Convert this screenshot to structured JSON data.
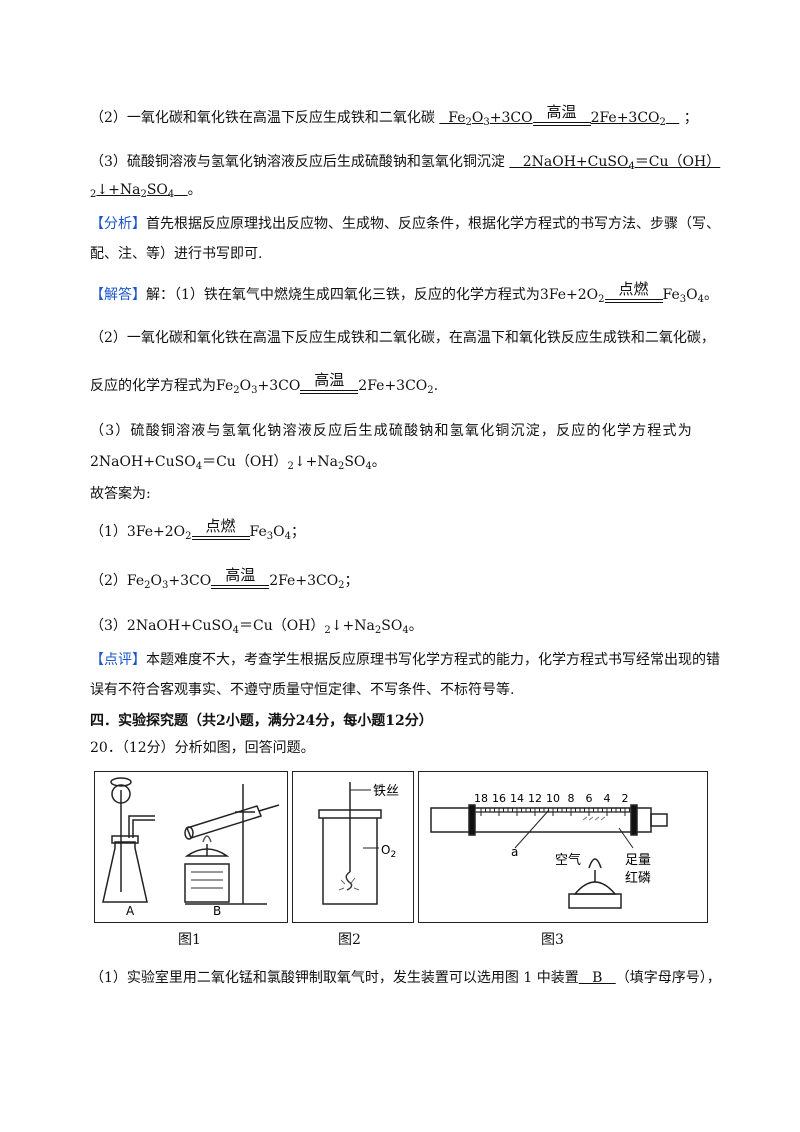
{
  "lines": {
    "l1_prefix": "（2）一氧化碳和氧化铁在高温下反应生成铁和二氧化碳",
    "l1_answer": "__Fe2O3+3CO高温2Fe+3CO2__",
    "l1_end": "；",
    "l2_prefix": "（3）硫酸铜溶液与氢氧化钠溶液反应后生成硫酸钠和氢氧化铜沉淀",
    "l2_answer": "__2NaOH+CuSO4＝Cu（OH）",
    "l3_answer": "2↓+Na2SO4__",
    "l3_end": "。",
    "analysis_tag": "【分析】",
    "analysis_1": "首先根据反应原理找出反应物、生成物、反应条件，根据化学方程式的书写方法、步骤（写、",
    "analysis_2": "配、注、等）进行书写即可.",
    "solution_tag": "【解答】",
    "solution_1": "解：（1）铁在氧气中燃烧生成四氧化三铁，反应的化学方程式为3Fe+2O2点燃Fe3O4。",
    "solution_2": "（2）一氧化碳和氧化铁在高温下反应生成铁和二氧化碳，在高温下和氧化铁反应生成铁和二氧化碳，",
    "solution_3": "反应的化学方程式为Fe2O3+3CO高温2Fe+3CO2.",
    "solution_4": "（3）硫酸铜溶液与氢氧化钠溶液反应后生成硫酸钠和氢氧化铜沉淀，反应的化学方程式为",
    "solution_5": "2NaOH+CuSO4＝Cu（OH）2↓+Na2SO4。",
    "answer_head": "故答案为:",
    "ans_1": "（1）3Fe+2O2点燃Fe3O4；",
    "ans_2": "（2）Fe2O3+3CO高温2Fe+3CO2；",
    "ans_3": "（3）2NaOH+CuSO4＝Cu（OH）2↓+Na2SO4。",
    "comment_tag": "【点评】",
    "comment_1": "本题难度不大，考查学生根据反应原理书写化学方程式的能力，化学方程式书写经常出现的错",
    "comment_2": "误有不符合客观事实、不遵守质量守恒定律、不写条件、不标符号等.",
    "section_title": "四．实验探究题（共2小题，满分24分，每小题12分）",
    "q20": "20．（12分）分析如图，回答问题。",
    "q20_1_prefix": "（1）实验室里用二氧化锰和氯酸钾制取氧气时，发生装置可以选用图 1 中装置",
    "q20_1_answer": "__B__",
    "q20_1_suffix": "（填字母序号），"
  },
  "conditions": {
    "high_temp": "高温",
    "ignite": "点燃"
  },
  "figures": {
    "fig1": {
      "caption": "图1",
      "label_a": "A",
      "label_b": "B"
    },
    "fig2": {
      "caption": "图2",
      "wire_label": "铁丝",
      "gas_label": "O2"
    },
    "fig3": {
      "caption": "图3",
      "scale": [
        "18",
        "16",
        "14",
        "12",
        "10",
        "8",
        "6",
        "4",
        "2"
      ],
      "point_label": "a",
      "air_label": "空气",
      "phosphorus_label_1": "足量",
      "phosphorus_label_2": "红磷"
    }
  }
}
